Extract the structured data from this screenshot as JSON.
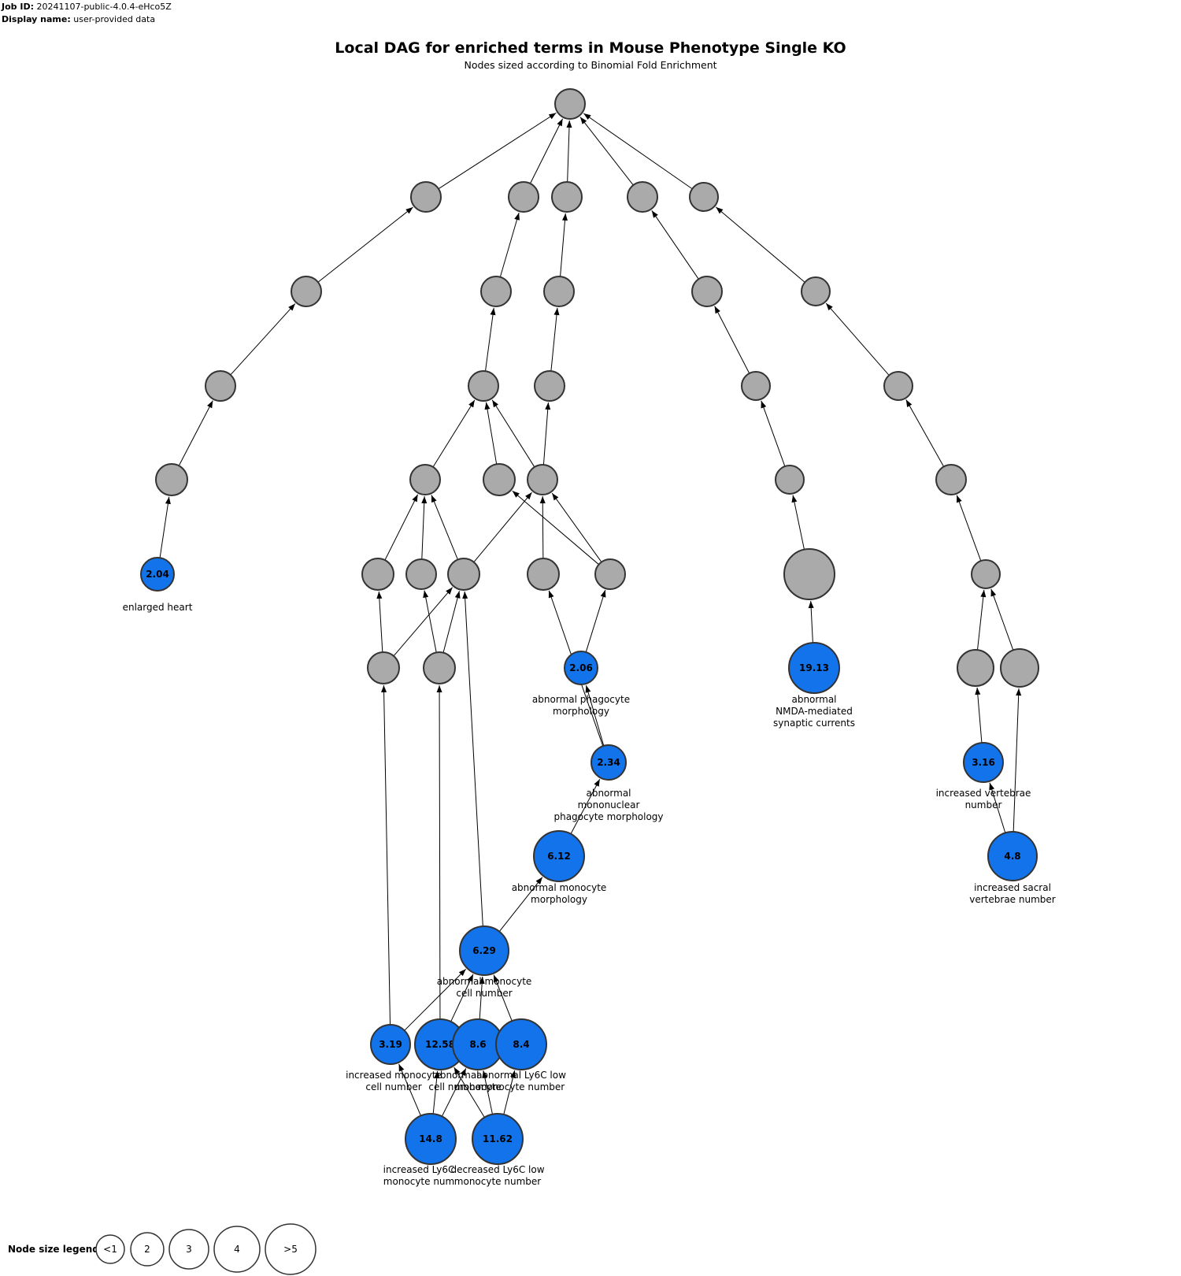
{
  "job": {
    "id_label": "Job ID:",
    "id_value": "20241107-public-4.0.4-eHco5Z",
    "name_label": "Display name:",
    "name_value": "user-provided data"
  },
  "title": "Local DAG for enriched terms in Mouse Phenotype Single KO",
  "subtitle": "Nodes sized according to Binomial Fold Enrichment",
  "colors": {
    "enriched": "#1273eb",
    "ancestor": "#aaaaaa",
    "stroke": "#333333"
  },
  "nodes": [
    {
      "id": "root"
    },
    {
      "id": "a1"
    },
    {
      "id": "a2"
    },
    {
      "id": "a3"
    },
    {
      "id": "a4"
    },
    {
      "id": "a5"
    },
    {
      "id": "b1"
    },
    {
      "id": "b2"
    },
    {
      "id": "b3"
    },
    {
      "id": "b4"
    },
    {
      "id": "b5"
    },
    {
      "id": "c1"
    },
    {
      "id": "c2"
    },
    {
      "id": "c3"
    },
    {
      "id": "c4"
    },
    {
      "id": "c5"
    },
    {
      "id": "d1"
    },
    {
      "id": "d2"
    },
    {
      "id": "d3"
    },
    {
      "id": "d4"
    },
    {
      "id": "d5"
    },
    {
      "id": "d6"
    },
    {
      "id": "e1",
      "value": "2.04",
      "label": [
        "enlarged heart"
      ],
      "enriched": true
    },
    {
      "id": "e2"
    },
    {
      "id": "e3"
    },
    {
      "id": "e4"
    },
    {
      "id": "e5"
    },
    {
      "id": "e6"
    },
    {
      "id": "e7"
    },
    {
      "id": "e8"
    },
    {
      "id": "f1"
    },
    {
      "id": "f2"
    },
    {
      "id": "f3",
      "value": "2.06",
      "label": [
        "abnormal phagocyte",
        "morphology"
      ],
      "enriched": true
    },
    {
      "id": "f4",
      "value": "19.13",
      "label": [
        "abnormal",
        "NMDA-mediated",
        "synaptic currents"
      ],
      "enriched": true
    },
    {
      "id": "f5"
    },
    {
      "id": "f6"
    },
    {
      "id": "g1",
      "value": "2.34",
      "label": [
        "abnormal",
        "mononuclear",
        "phagocyte morphology"
      ],
      "enriched": true
    },
    {
      "id": "g2",
      "value": "3.16",
      "label": [
        "increased vertebrae",
        "number"
      ],
      "enriched": true
    },
    {
      "id": "h1",
      "value": "6.12",
      "label": [
        "abnormal monocyte",
        "morphology"
      ],
      "enriched": true
    },
    {
      "id": "h2",
      "value": "4.8",
      "label": [
        "increased sacral",
        "vertebrae number"
      ],
      "enriched": true
    },
    {
      "id": "i1",
      "value": "6.29",
      "label": [
        "abnormal monocyte",
        "cell number"
      ],
      "enriched": true
    },
    {
      "id": "j1",
      "value": "3.19",
      "label": [
        "increased monocyte",
        "cell number"
      ],
      "enriched": true
    },
    {
      "id": "j2",
      "value": "12.58",
      "label": [
        "abnormal",
        "cell number"
      ],
      "enriched": true
    },
    {
      "id": "j3",
      "value": "8.6",
      "label": [
        "monocyte"
      ],
      "enriched": true
    },
    {
      "id": "j4",
      "value": "8.4",
      "label": [
        "abnormal Ly6C low",
        "monocyte number"
      ],
      "enriched": true
    },
    {
      "id": "k1",
      "value": "14.8",
      "label": [
        "increased Ly6C",
        "monocyte num"
      ],
      "enriched": true
    },
    {
      "id": "k2",
      "value": "11.62",
      "label": [
        "decreased Ly6C low",
        "monocyte number"
      ],
      "enriched": true
    }
  ],
  "edges": [
    [
      "a1",
      "root"
    ],
    [
      "a2",
      "root"
    ],
    [
      "a3",
      "root"
    ],
    [
      "a4",
      "root"
    ],
    [
      "a5",
      "root"
    ],
    [
      "b1",
      "a1"
    ],
    [
      "b2",
      "a2"
    ],
    [
      "b3",
      "a3"
    ],
    [
      "b4",
      "a4"
    ],
    [
      "b5",
      "a5"
    ],
    [
      "c1",
      "b1"
    ],
    [
      "c2",
      "b2"
    ],
    [
      "c3",
      "b3"
    ],
    [
      "c4",
      "b4"
    ],
    [
      "c5",
      "b5"
    ],
    [
      "d1",
      "c1"
    ],
    [
      "d2",
      "c2"
    ],
    [
      "d3",
      "c2"
    ],
    [
      "d4",
      "c2"
    ],
    [
      "d4",
      "c3"
    ],
    [
      "d5",
      "c4"
    ],
    [
      "d6",
      "c5"
    ],
    [
      "e1",
      "d1"
    ],
    [
      "e2",
      "d2"
    ],
    [
      "e3",
      "d2"
    ],
    [
      "e4",
      "d2"
    ],
    [
      "e5",
      "d4"
    ],
    [
      "e6",
      "d4"
    ],
    [
      "e4",
      "d4"
    ],
    [
      "e6",
      "d3"
    ],
    [
      "e7",
      "d5"
    ],
    [
      "e8",
      "d6"
    ],
    [
      "f1",
      "e2"
    ],
    [
      "f1",
      "e4"
    ],
    [
      "f2",
      "e3"
    ],
    [
      "f2",
      "e4"
    ],
    [
      "f3",
      "e6"
    ],
    [
      "f4",
      "e7"
    ],
    [
      "f5",
      "e8"
    ],
    [
      "f6",
      "e8"
    ],
    [
      "g1",
      "f3"
    ],
    [
      "g1",
      "e5"
    ],
    [
      "g2",
      "f5"
    ],
    [
      "h1",
      "g1"
    ],
    [
      "h2",
      "f6"
    ],
    [
      "h2",
      "g2"
    ],
    [
      "i1",
      "h1"
    ],
    [
      "i1",
      "e4"
    ],
    [
      "j1",
      "i1"
    ],
    [
      "j1",
      "f1"
    ],
    [
      "j2",
      "i1"
    ],
    [
      "j2",
      "f2"
    ],
    [
      "j3",
      "i1"
    ],
    [
      "j4",
      "i1"
    ],
    [
      "k1",
      "j1"
    ],
    [
      "k1",
      "j2"
    ],
    [
      "k1",
      "j3"
    ],
    [
      "k2",
      "j3"
    ],
    [
      "k2",
      "j2"
    ],
    [
      "k2",
      "j4"
    ]
  ],
  "legend": {
    "title": "Node size legend:",
    "items": [
      "<1",
      "2",
      "3",
      "4",
      ">5"
    ]
  }
}
